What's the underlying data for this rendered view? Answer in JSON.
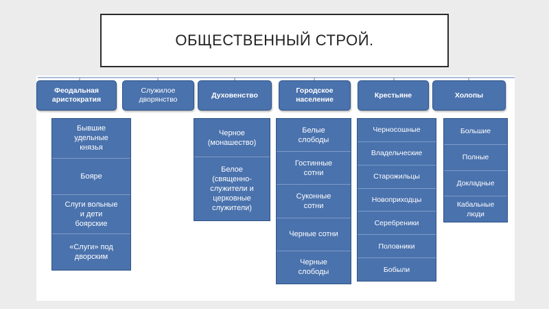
{
  "title": "ОБЩЕСТВЕННЫЙ СТРОЙ.",
  "colors": {
    "box_fill": "#4a72ad",
    "box_border": "#2e5487",
    "connector": "#8fa6c8"
  },
  "groups": [
    {
      "header": "Феодальная\nаристократия",
      "items": [
        "Бывшие\nудельные\nкнязья",
        "Бояре",
        "Слуги вольные\nи дети\nбоярские",
        "«Слуги» под\nдворским"
      ]
    },
    {
      "header": "Служилое\nдворянство",
      "items": []
    },
    {
      "header": "Духовенство",
      "items": [
        "Черное\n(монашество)",
        "Белое\n(священно-\nслужители и\nцерковные\nслужители)"
      ]
    },
    {
      "header": "Городское\nнаселение",
      "items": [
        "Белые\nслободы",
        "Гостинные\nсотни",
        "Суконные\nсотни",
        "Черные сотни",
        "Черные\nслободы"
      ]
    },
    {
      "header": "Крестьяне",
      "items": [
        "Черносошные",
        "Владельческие",
        "Старожильцы",
        "Новоприходцы",
        "Серебреники",
        "Половники",
        "Бобыли"
      ]
    },
    {
      "header": "Холопы",
      "items": [
        "Большие",
        "Полные",
        "Докладные",
        "Кабальные\nлюди"
      ]
    }
  ]
}
